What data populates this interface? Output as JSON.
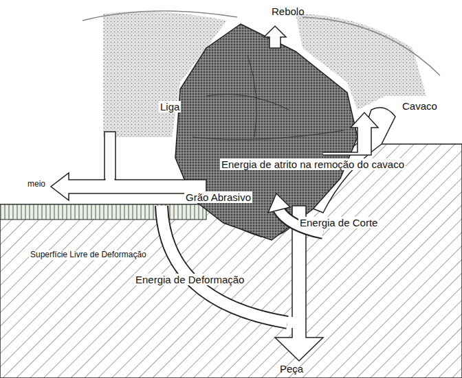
{
  "diagram": {
    "labels": [
      "Rebolo",
      "Liga",
      "Cavaco",
      "Energia de atrito na remoção do cavaco",
      "meio",
      "Grão Abrasivo",
      "Energia de Corte",
      "Superfície Livre de Deformação",
      "Energia de Deformação",
      "Peça"
    ]
  }
}
